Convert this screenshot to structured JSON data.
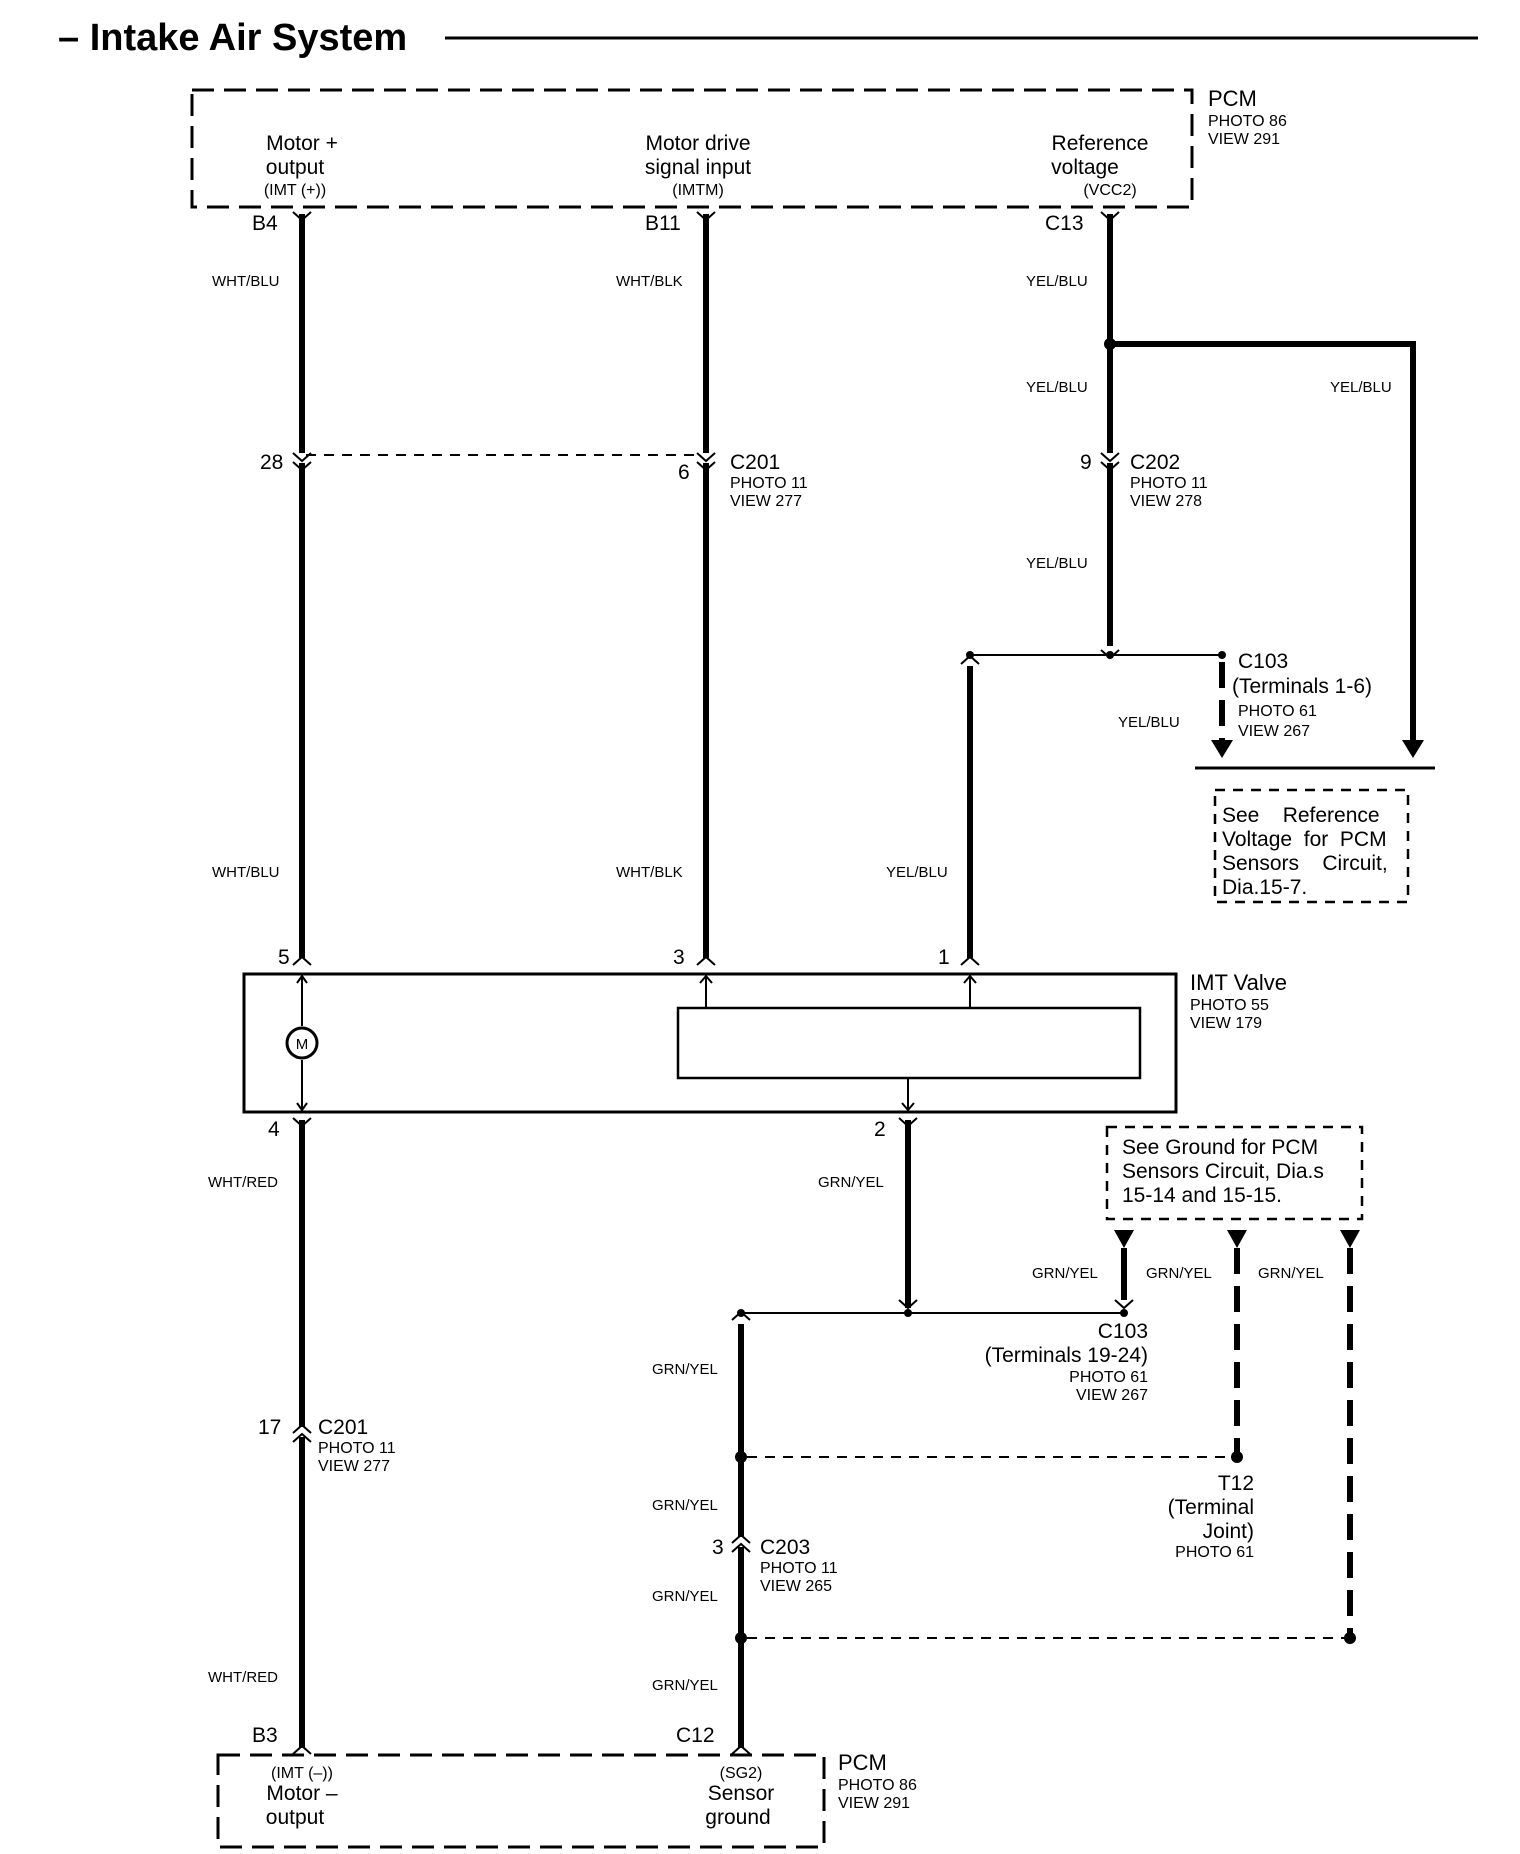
{
  "title": "– Intake Air System",
  "pcm_top": {
    "name": "PCM",
    "photo": "PHOTO 86",
    "view": "VIEW 291",
    "pins": [
      {
        "line1": "Motor +",
        "line2": "output",
        "code": "(IMT (+))",
        "pin": "B4"
      },
      {
        "line1": "Motor drive",
        "line2": "signal input",
        "code": "(IMTM)",
        "pin": "B11"
      },
      {
        "line1": "Reference",
        "line2": "voltage",
        "code": "(VCC2)",
        "pin": "C13"
      }
    ]
  },
  "wires": {
    "wht_blu": "WHT/BLU",
    "wht_blk": "WHT/BLK",
    "yel_blu": "YEL/BLU",
    "wht_red": "WHT/RED",
    "grn_yel": "GRN/YEL"
  },
  "c201_upper": {
    "name": "C201",
    "photo": "PHOTO 11",
    "view": "VIEW 277",
    "pin_a": "28",
    "pin_b": "6"
  },
  "c202": {
    "name": "C202",
    "photo": "PHOTO 11",
    "view": "VIEW 278",
    "pin": "9"
  },
  "c103_upper": {
    "name": "C103",
    "terminals": "(Terminals 1-6)",
    "photo": "PHOTO 61",
    "view": "VIEW 267"
  },
  "ref_note": {
    "line1": "See    Reference",
    "line2": "Voltage  for  PCM",
    "line3": "Sensors    Circuit,",
    "line4": "Dia.15-7."
  },
  "imt_valve": {
    "name": "IMT Valve",
    "photo": "PHOTO 55",
    "view": "VIEW 179",
    "motor_symbol": "M",
    "pins": [
      "5",
      "3",
      "1",
      "4",
      "2"
    ]
  },
  "ground_note": {
    "line1": "See Ground for PCM",
    "line2": "Sensors Circuit, Dia.s",
    "line3": "15-14 and 15-15."
  },
  "c103_lower": {
    "name": "C103",
    "terminals": "(Terminals 19-24)",
    "photo": "PHOTO 61",
    "view": "VIEW 267"
  },
  "c201_lower": {
    "name": "C201",
    "photo": "PHOTO 11",
    "view": "VIEW 277",
    "pin": "17"
  },
  "t12": {
    "name": "T12",
    "line2": "(Terminal",
    "line3": "Joint)",
    "photo": "PHOTO 61"
  },
  "c203": {
    "name": "C203",
    "photo": "PHOTO 11",
    "view": "VIEW 265",
    "pin": "3"
  },
  "pcm_bottom": {
    "name": "PCM",
    "photo": "PHOTO 86",
    "view": "VIEW 291",
    "pins": [
      {
        "code": "(IMT (–))",
        "line1": "Motor –",
        "line2": "output",
        "pin": "B3"
      },
      {
        "code": "(SG2)",
        "line1": "Sensor",
        "line2": "ground",
        "pin": "C12"
      }
    ]
  }
}
